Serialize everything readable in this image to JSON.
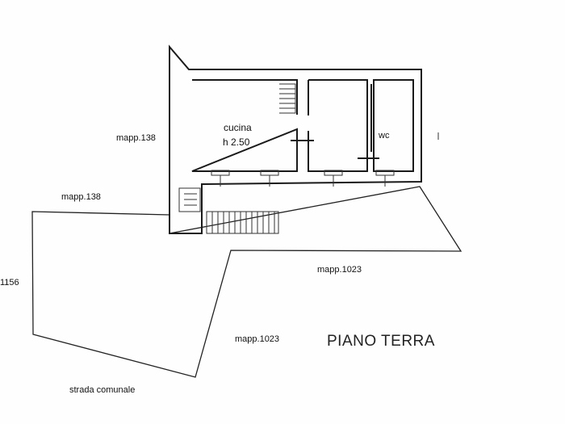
{
  "labels": {
    "mapp_138_upper": "mapp.138",
    "mapp_138_lower": "mapp.138",
    "mapp_1023_right": "mapp.1023",
    "mapp_1023_bottom": "mapp.1023",
    "parcel_left": "1156",
    "road": "strada comunale",
    "title": "PIANO TERRA"
  },
  "rooms": {
    "kitchen": {
      "name": "cucina",
      "height": "h 2.50"
    },
    "wc": {
      "name": "wc"
    }
  }
}
